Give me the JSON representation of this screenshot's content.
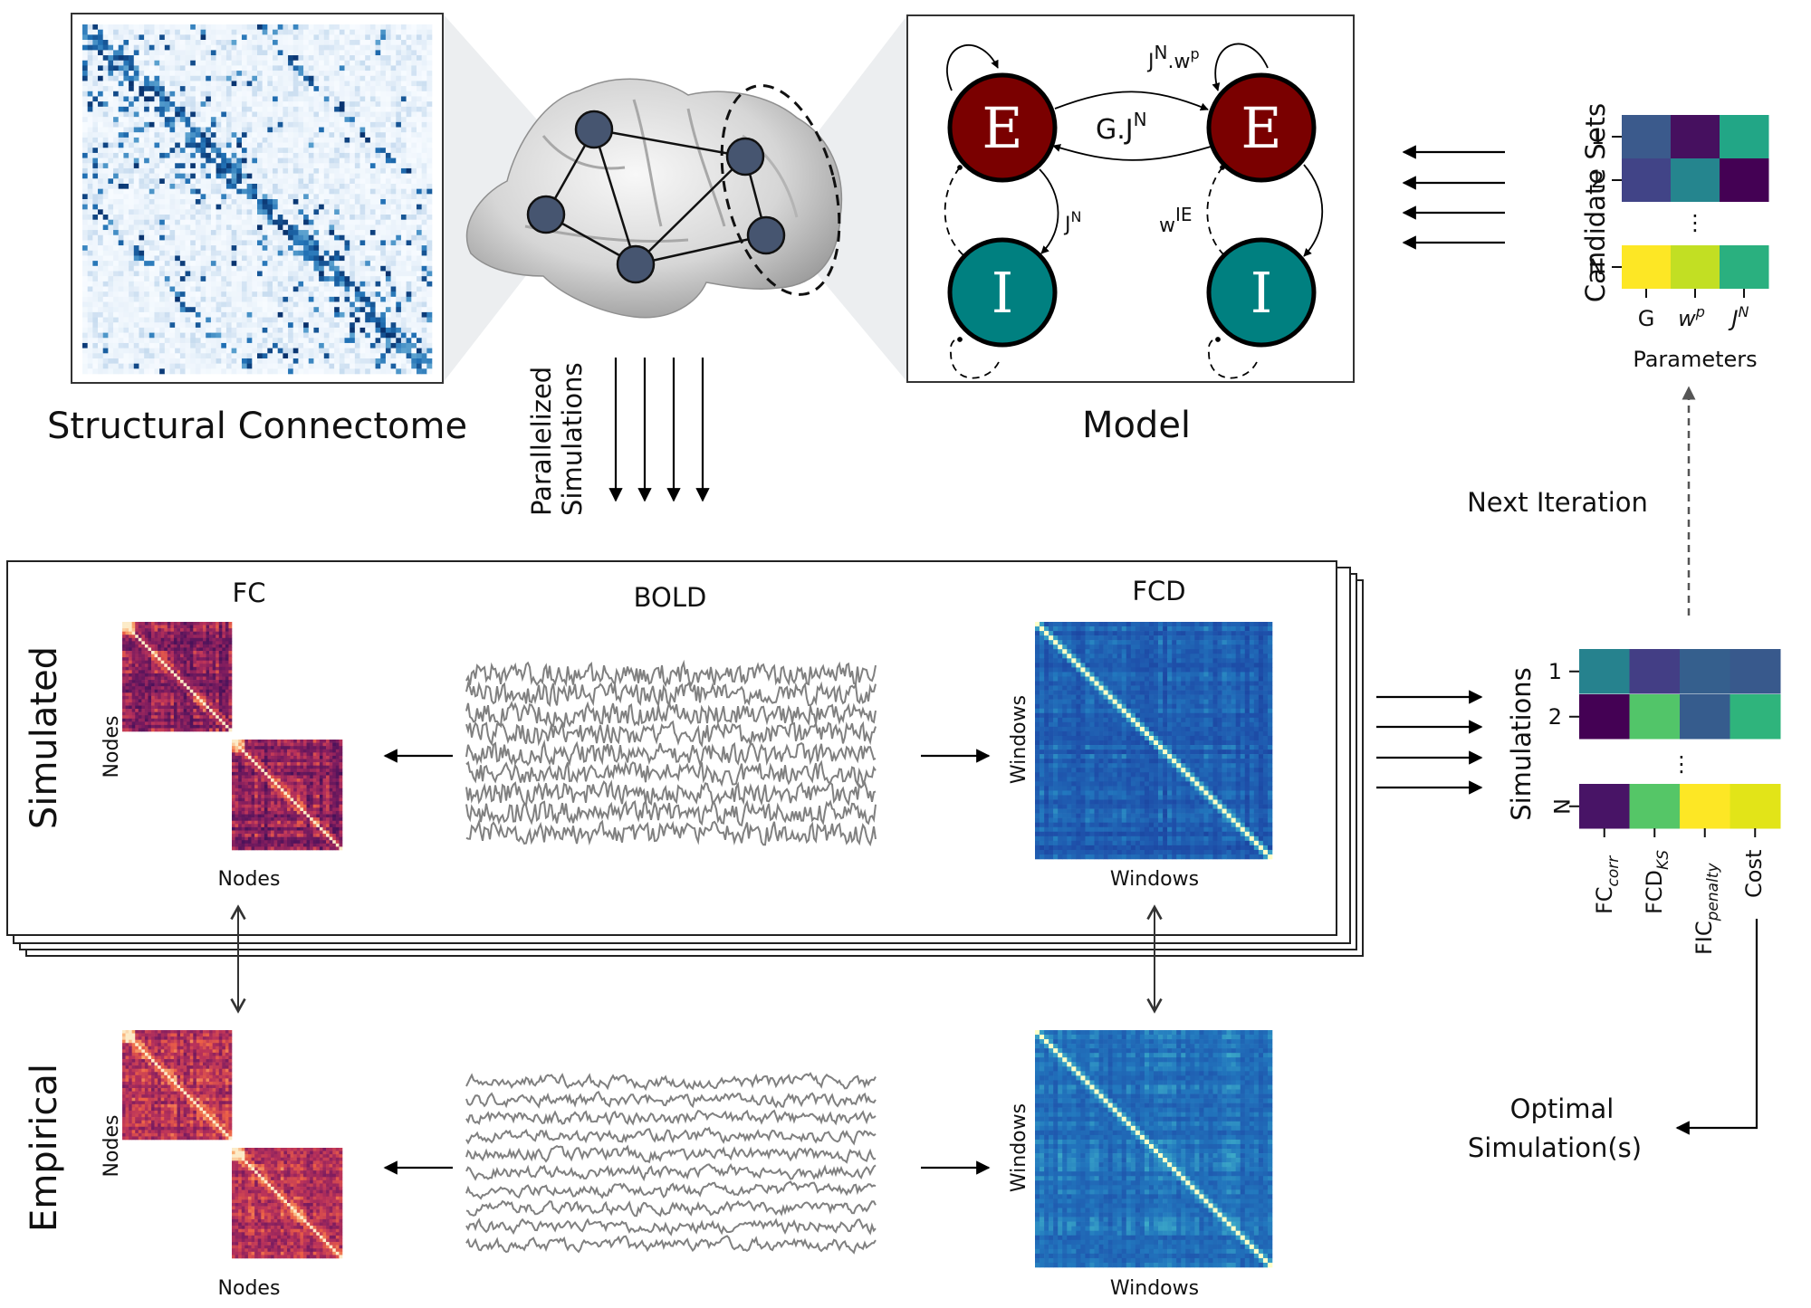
{
  "figure": {
    "top": {
      "connectome_label": "Structural Connectome",
      "model_label": "Model",
      "parallel_label_line1": "Parallelized",
      "parallel_label_line2": "Simulations"
    },
    "model": {
      "excitatory_letter": "E",
      "inhibitory_letter": "I",
      "coupling_label": "G.J",
      "coupling_sup": "N",
      "recurrent_label": "J",
      "recurrent_sup": "N",
      "recurrent_weight": ".w",
      "recurrent_weight_sup": "p",
      "ei_label": "J",
      "ei_sup": "N",
      "ie_label": "w",
      "ie_sup": "IE",
      "colors": {
        "excitatory": "#7a0000",
        "inhibitory": "#008080"
      }
    },
    "candidates": {
      "ylabel": "Candidate Sets",
      "xlabel": "Parameters",
      "row_labels": [
        "1",
        "2",
        "N"
      ],
      "col_labels": [
        {
          "base": "G",
          "sup": "",
          "italic": false
        },
        {
          "base": "w",
          "sup": "p",
          "italic": true
        },
        {
          "base": "J",
          "sup": "N",
          "italic": true
        }
      ],
      "ellipsis": "⋮",
      "colors": [
        [
          "#3b5a8c",
          "#46105f",
          "#22a686"
        ],
        [
          "#414487",
          "#25858e",
          "#440154"
        ],
        [
          "#fde725",
          "#c2df23",
          "#2ab07f"
        ]
      ]
    },
    "next_iteration_label": "Next Iteration",
    "simulated_panel": {
      "row_label": "Simulated",
      "fc_title": "FC",
      "bold_title": "BOLD",
      "fcd_title": "FCD",
      "fc_xlabel": "Nodes",
      "fc_ylabel": "Nodes",
      "fcd_xlabel": "Windows",
      "fcd_ylabel": "Windows"
    },
    "empirical_panel": {
      "row_label": "Empirical",
      "fc_xlabel": "Nodes",
      "fc_ylabel": "Nodes",
      "fcd_xlabel": "Windows",
      "fcd_ylabel": "Windows"
    },
    "simulations": {
      "ylabel": "Simulations",
      "row_labels": [
        "1",
        "2",
        "N"
      ],
      "col_labels": [
        {
          "base": "FC",
          "sub": "corr"
        },
        {
          "base": "FCD",
          "sub": "KS"
        },
        {
          "base": "FIC",
          "sub": "penalty"
        },
        {
          "base": "Cost",
          "sub": ""
        }
      ],
      "ellipsis": "⋮",
      "colors": [
        [
          "#26828e",
          "#433e85",
          "#355f8d",
          "#38598c"
        ],
        [
          "#440154",
          "#52c569",
          "#365c8d",
          "#2fb47c"
        ],
        [
          "#481466",
          "#55c667",
          "#fde725",
          "#e2e418"
        ]
      ]
    },
    "optimal_label_line1": "Optimal",
    "optimal_label_line2": "Simulation(s)"
  }
}
